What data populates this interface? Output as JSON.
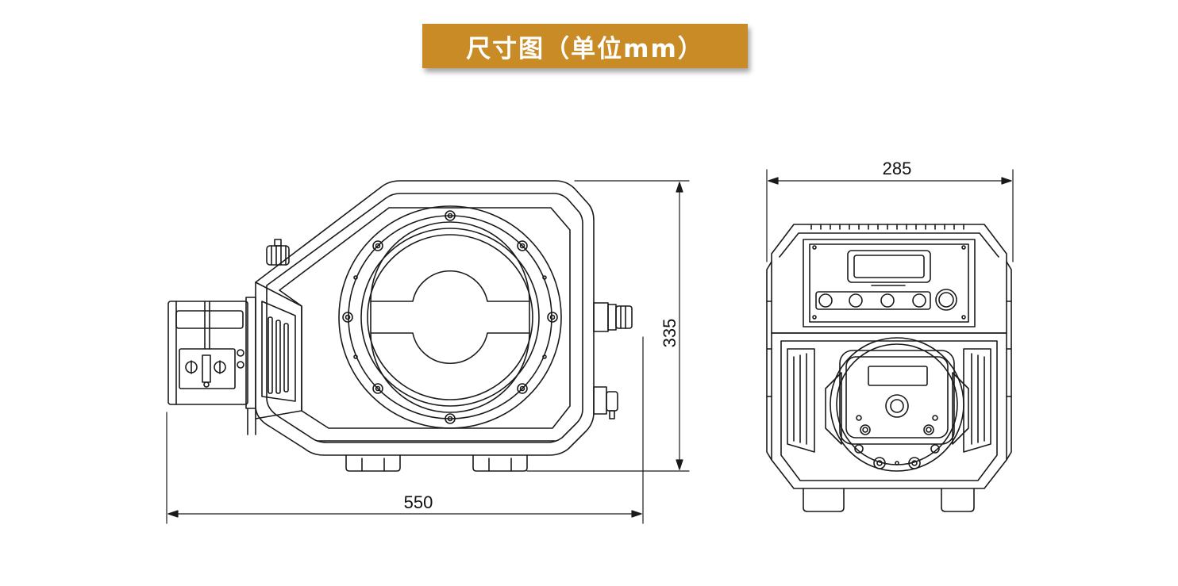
{
  "title": "尺寸图（单位mm）",
  "dimensions": {
    "width_side": "550",
    "height_side": "335",
    "width_front": "285"
  },
  "colors": {
    "title_background": "#c88b25",
    "title_text": "#ffffff",
    "line": "#1a1a1a"
  }
}
